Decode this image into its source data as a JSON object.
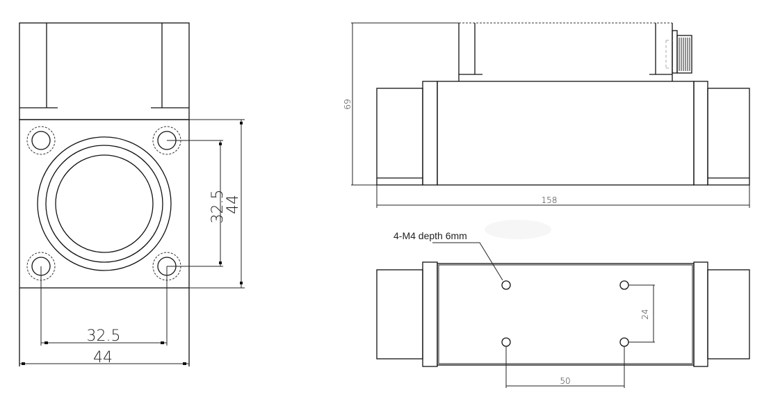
{
  "front_view": {
    "dim_hole_spacing_vertical": "32.5",
    "dim_height": "44",
    "dim_hole_spacing_horizontal": "32.5",
    "dim_width": "44"
  },
  "side_view": {
    "dim_height": "69",
    "dim_length": "158"
  },
  "bottom_view": {
    "callout": "4-M4 depth 6mm",
    "dim_hole_spacing_vertical": "24",
    "dim_hole_spacing_horizontal": "50"
  }
}
